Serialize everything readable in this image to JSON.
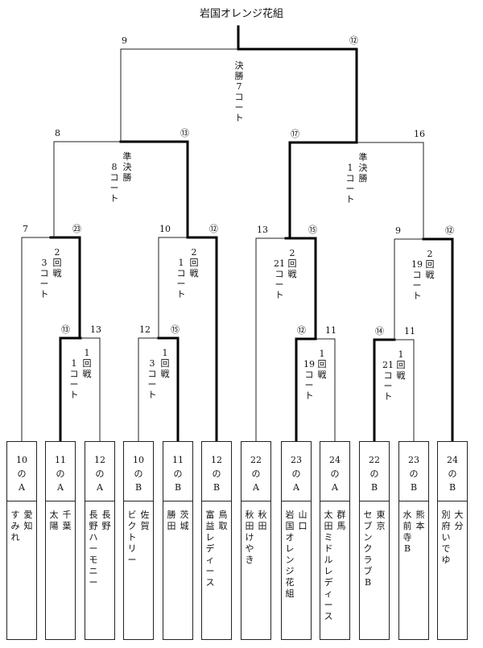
{
  "title": "岩国オレンジ花組",
  "rounds": {
    "final": {
      "label": [
        "決",
        "勝",
        "7",
        "コ",
        "ー",
        "ト"
      ],
      "left_score": "9",
      "right_score": "⑫"
    },
    "semi_left": {
      "label_right": [
        "準",
        "決",
        "勝"
      ],
      "label_left": [
        "8",
        "コ",
        "ー",
        "ト"
      ],
      "left_score": "8",
      "right_score": "⑬"
    },
    "semi_right": {
      "label_right": [
        "準",
        "決",
        "勝"
      ],
      "label_left": [
        "1",
        "コ",
        "ー",
        "ト"
      ],
      "left_score": "⑰",
      "right_score": "16"
    },
    "r2_1": {
      "label_right": [
        "2",
        "回",
        "戦"
      ],
      "label_left": [
        "3",
        "コ",
        "ー",
        "ト"
      ],
      "left_score": "7",
      "right_score": "㉓"
    },
    "r2_2": {
      "label_right": [
        "2",
        "回",
        "戦"
      ],
      "label_left": [
        "1",
        "コ",
        "ー",
        "ト"
      ],
      "left_score": "10",
      "right_score": "⑫"
    },
    "r2_3": {
      "label_right": [
        "2",
        "回",
        "戦"
      ],
      "label_left": [
        "21",
        "コ",
        "ー",
        "ト"
      ],
      "left_score": "13",
      "right_score": "⑮"
    },
    "r2_4": {
      "label_right": [
        "2",
        "回",
        "戦"
      ],
      "label_left": [
        "19",
        "コ",
        "ー",
        "ト"
      ],
      "left_score": "9",
      "right_score": "⑫"
    },
    "r1_1": {
      "label_right": [
        "1",
        "回",
        "戦"
      ],
      "label_left": [
        "1",
        "コ",
        "ー",
        "ト"
      ],
      "left_score": "⑬",
      "right_score": "13"
    },
    "r1_2": {
      "label_right": [
        "1",
        "回",
        "戦"
      ],
      "label_left": [
        "3",
        "コ",
        "ー",
        "ト"
      ],
      "left_score": "12",
      "right_score": "⑮"
    },
    "r1_3": {
      "label_right": [
        "1",
        "回",
        "戦"
      ],
      "label_left": [
        "19",
        "コ",
        "ー",
        "ト"
      ],
      "left_score": "⑫",
      "right_score": "11"
    },
    "r1_4": {
      "label_right": [
        "1",
        "回",
        "戦"
      ],
      "label_left": [
        "21",
        "コ",
        "ー",
        "ト"
      ],
      "left_score": "⑭",
      "right_score": "11"
    }
  },
  "teams": [
    {
      "code": [
        "10",
        "の",
        "A"
      ],
      "pref": [
        "愛",
        "知"
      ],
      "team": [
        "す",
        "み",
        "れ"
      ]
    },
    {
      "code": [
        "11",
        "の",
        "A"
      ],
      "pref": [
        "千",
        "葉"
      ],
      "team": [
        "太",
        "陽"
      ]
    },
    {
      "code": [
        "12",
        "の",
        "A"
      ],
      "pref": [
        "長",
        "野"
      ],
      "team": [
        "長",
        "野",
        "ハ",
        "ー",
        "モ",
        "ニ",
        "ー"
      ]
    },
    {
      "code": [
        "10",
        "の",
        "B"
      ],
      "pref": [
        "佐",
        "賀"
      ],
      "team": [
        "ビ",
        "ク",
        "ト",
        "リ",
        "ー"
      ]
    },
    {
      "code": [
        "11",
        "の",
        "B"
      ],
      "pref": [
        "茨",
        "城"
      ],
      "team": [
        "勝",
        "田"
      ]
    },
    {
      "code": [
        "12",
        "の",
        "B"
      ],
      "pref": [
        "鳥",
        "取"
      ],
      "team": [
        "富",
        "益",
        "レ",
        "デ",
        "ィ",
        "ー",
        "ス"
      ]
    },
    {
      "code": [
        "22",
        "の",
        "A"
      ],
      "pref": [
        "秋",
        "田"
      ],
      "team": [
        "秋",
        "田",
        "け",
        "や",
        "き"
      ]
    },
    {
      "code": [
        "23",
        "の",
        "A"
      ],
      "pref": [
        "山",
        "口"
      ],
      "team": [
        "岩",
        "国",
        "オ",
        "レ",
        "ン",
        "ジ",
        "花",
        "組"
      ]
    },
    {
      "code": [
        "24",
        "の",
        "A"
      ],
      "pref": [
        "群",
        "馬"
      ],
      "team": [
        "太",
        "田",
        "ミ",
        "ド",
        "ル",
        "レ",
        "デ",
        "ィ",
        "ー",
        "ス"
      ]
    },
    {
      "code": [
        "22",
        "の",
        "B"
      ],
      "pref": [
        "東",
        "京"
      ],
      "team": [
        "セ",
        "ブ",
        "ン",
        "ク",
        "ラ",
        "ブ",
        "B"
      ]
    },
    {
      "code": [
        "23",
        "の",
        "B"
      ],
      "pref": [
        "熊",
        "本"
      ],
      "team": [
        "水",
        "前",
        "寺",
        "B"
      ]
    },
    {
      "code": [
        "24",
        "の",
        "B"
      ],
      "pref": [
        "大",
        "分"
      ],
      "team": [
        "別",
        "府",
        "い",
        "で",
        "ゆ"
      ]
    }
  ],
  "colors": {
    "line": "#222222",
    "winner_line": "#000000"
  }
}
